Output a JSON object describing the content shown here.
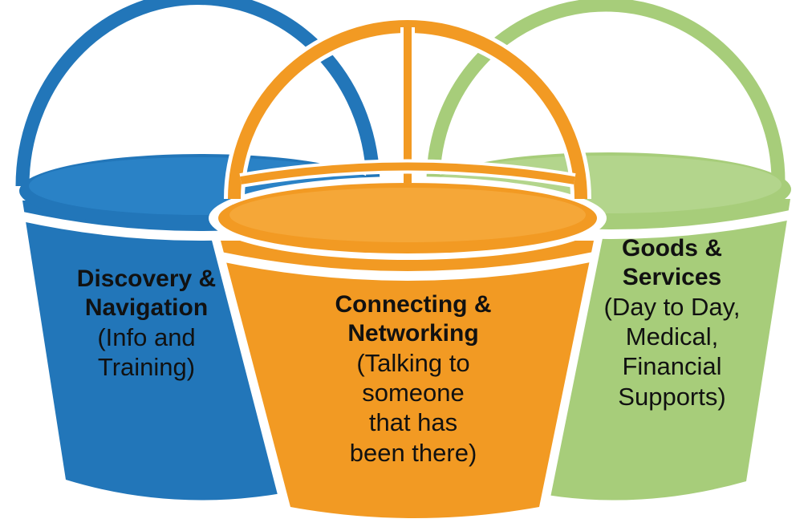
{
  "colors": {
    "blue": "#2276b9",
    "orange": "#f29a23",
    "green": "#a7cd7a",
    "text": "#111111"
  },
  "buckets": [
    {
      "id": "blue",
      "title_line1": "Discovery &",
      "title_line2": "Navigation",
      "desc_line1": "(Info and",
      "desc_line2": "Training)"
    },
    {
      "id": "orange",
      "title_line1": "Connecting &",
      "title_line2": "Networking",
      "desc_line1": "(Talking to",
      "desc_line2": "someone",
      "desc_line3": "that has",
      "desc_line4": "been there)"
    },
    {
      "id": "green",
      "title_line1": "Goods &",
      "title_line2": "Services",
      "desc_line1": "(Day to Day,",
      "desc_line2": "Medical,",
      "desc_line3": "Financial",
      "desc_line4": "Supports)"
    }
  ]
}
